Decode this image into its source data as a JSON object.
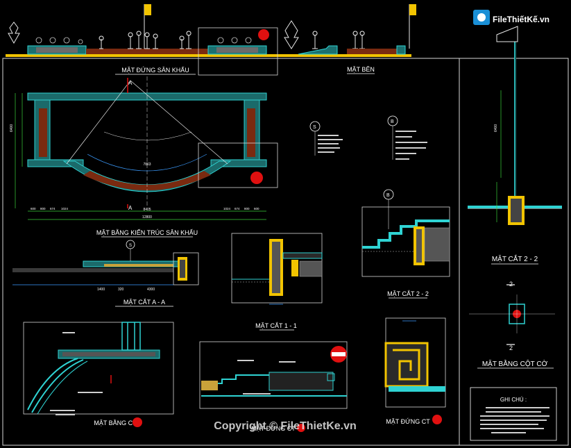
{
  "watermark": {
    "logo_text": "FileThiếtKế.vn",
    "copyright": "Copyright © FileThietKe.vn"
  },
  "titles": {
    "elevation_stage": "MẶT ĐỨNG SÂN KHẤU",
    "side_elevation": "MẶT BÊN",
    "stage_plan": "MẶT BẰNG KIẾN TRÚC SÂN KHẤU",
    "section_aa": "MẶT CẮT A - A",
    "section_11": "MẶT CẮT 1 - 1",
    "section_22_small": "MẶT CẮT 2 - 2",
    "section_22_flag": "MẶT CẮT 2 - 2",
    "flagpole_plan": "MẶT BẰNG CỘT CỜ",
    "plan_ct": "MẶT BẰNG CT",
    "elev_ct_center": "MẶT ĐỨNG CT",
    "elev_ct_right": "MẶT ĐỨNG CT"
  },
  "notes": {
    "heading": "GHI CHÚ :"
  },
  "markers": {
    "A_top": "A",
    "A_bottom": "A",
    "S_label": "S",
    "B_label": "B",
    "num_2": "2"
  },
  "dimensions": {
    "plan_total": "12800",
    "plan_inner": "8405",
    "arc_inner": "7863",
    "height_left": "6400",
    "bottom_row": [
      "600",
      "800",
      "674",
      "1024",
      "1024",
      "674",
      "800",
      "600"
    ],
    "section_aa": [
      "320",
      "4300",
      "1400"
    ],
    "flag_height": "6400"
  },
  "colors": {
    "background": "#000000",
    "cyan": "#2fd3d3",
    "yellow": "#f2c400",
    "brown": "#7a2a10",
    "red": "#e01010",
    "blue": "#3c9cff",
    "green": "#3bd13b"
  }
}
